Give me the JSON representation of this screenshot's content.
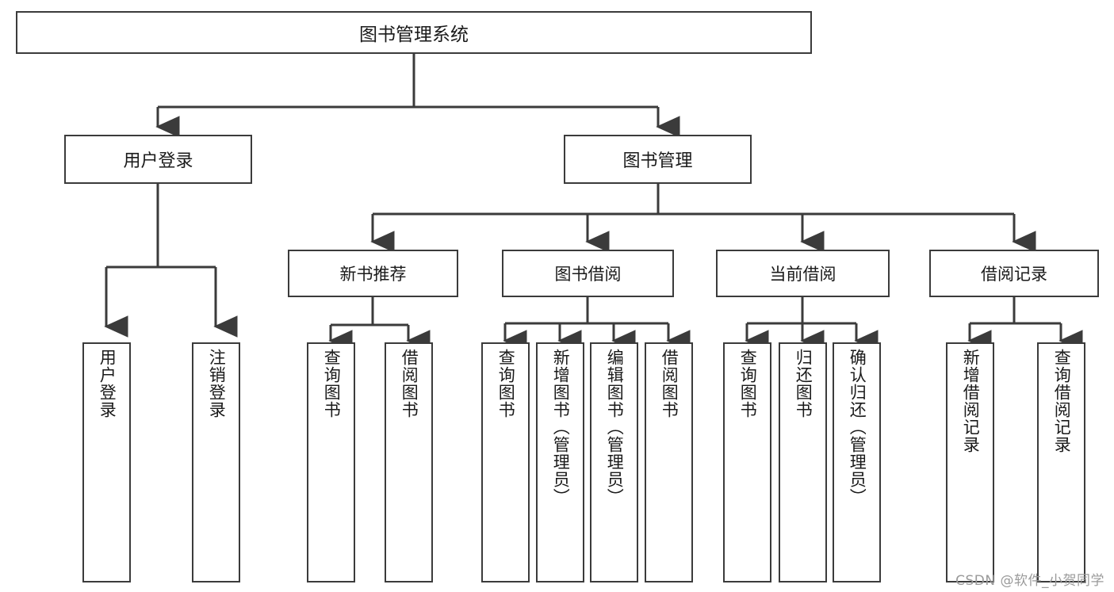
{
  "diagram": {
    "title": "图书管理系统",
    "type": "tree",
    "line_color": "#3b3b3b",
    "text_color": "#1a1a1a",
    "background": "#ffffff"
  },
  "nodes": {
    "root": {
      "label": "图书管理系统"
    },
    "level2": [
      {
        "label": "用户登录"
      },
      {
        "label": "图书管理"
      }
    ],
    "level3": [
      {
        "label": "新书推荐"
      },
      {
        "label": "图书借阅"
      },
      {
        "label": "当前借阅"
      },
      {
        "label": "借阅记录"
      }
    ],
    "leaves": {
      "user_login": [
        {
          "label": "用户登录"
        },
        {
          "label": "注销登录"
        }
      ],
      "new_book": [
        {
          "label": "查询图书"
        },
        {
          "label": "借阅图书"
        }
      ],
      "book_borrow": [
        {
          "label": "查询图书"
        },
        {
          "label": "新增图书（管理员）"
        },
        {
          "label": "编辑图书（管理员）"
        },
        {
          "label": "借阅图书"
        }
      ],
      "current_borrow": [
        {
          "label": "查询图书"
        },
        {
          "label": "归还图书"
        },
        {
          "label": "确认归还（管理员）"
        }
      ],
      "borrow_record": [
        {
          "label": "新增借阅记录"
        },
        {
          "label": "查询借阅记录"
        }
      ]
    }
  },
  "watermark": {
    "text": "CSDN @软件_小贺同学"
  }
}
